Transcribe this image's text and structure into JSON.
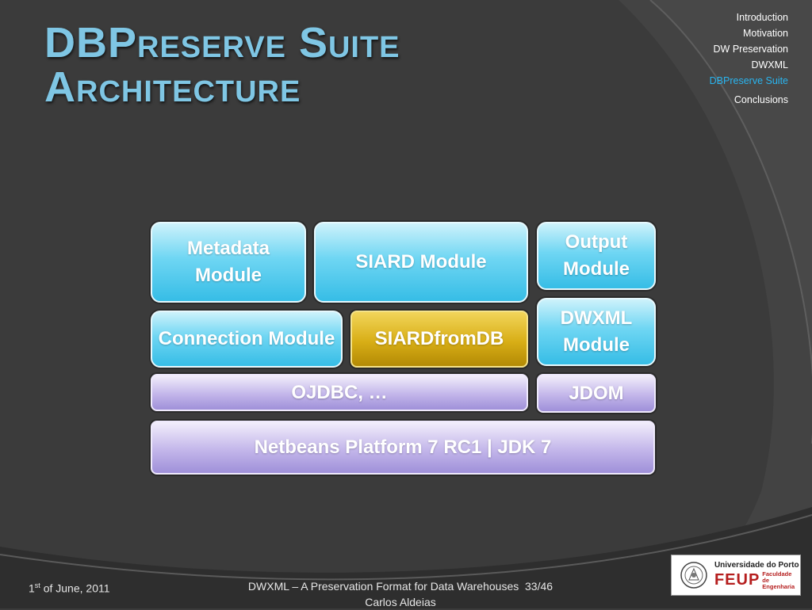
{
  "slide": {
    "title_line1": "DBPreserve Suite",
    "title_line2": "Architecture"
  },
  "nav": {
    "items": [
      "Introduction",
      "Motivation",
      "DW Preservation",
      "DWXML",
      "DBPreserve Suite",
      "Conclusions"
    ],
    "active": "DBPreserve Suite"
  },
  "diagram": {
    "metadata_module": "Metadata Module",
    "siard_module": "SIARD Module",
    "output_module": "Output Module",
    "connection_module": "Connection Module",
    "siardfromdb": "SIARDfromDB",
    "dwxml_module": "DWXML Module",
    "ojdbc": "OJDBC, …",
    "jdom": "JDOM",
    "platform": "Netbeans Platform 7 RC1  |  JDK 7"
  },
  "footer": {
    "date_prefix": "1",
    "date_sup": "st",
    "date_suffix": " of June, 2011",
    "presentation_title": "DWXML – A Preservation Format for Data Warehouses",
    "page": "33/46",
    "author": "Carlos Aldeias"
  },
  "logo": {
    "university": "Universidade do Porto",
    "mark": "FEUP",
    "subtitle_line1": "Faculdade de",
    "subtitle_line2": "Engenharia"
  },
  "colors": {
    "background": "#3b3b3b",
    "title": "#7fc6e4",
    "active_nav": "#29b5f0",
    "module_blue": "#36bde6",
    "module_gold": "#d8ae16",
    "module_purple": "#c3b6ea"
  }
}
